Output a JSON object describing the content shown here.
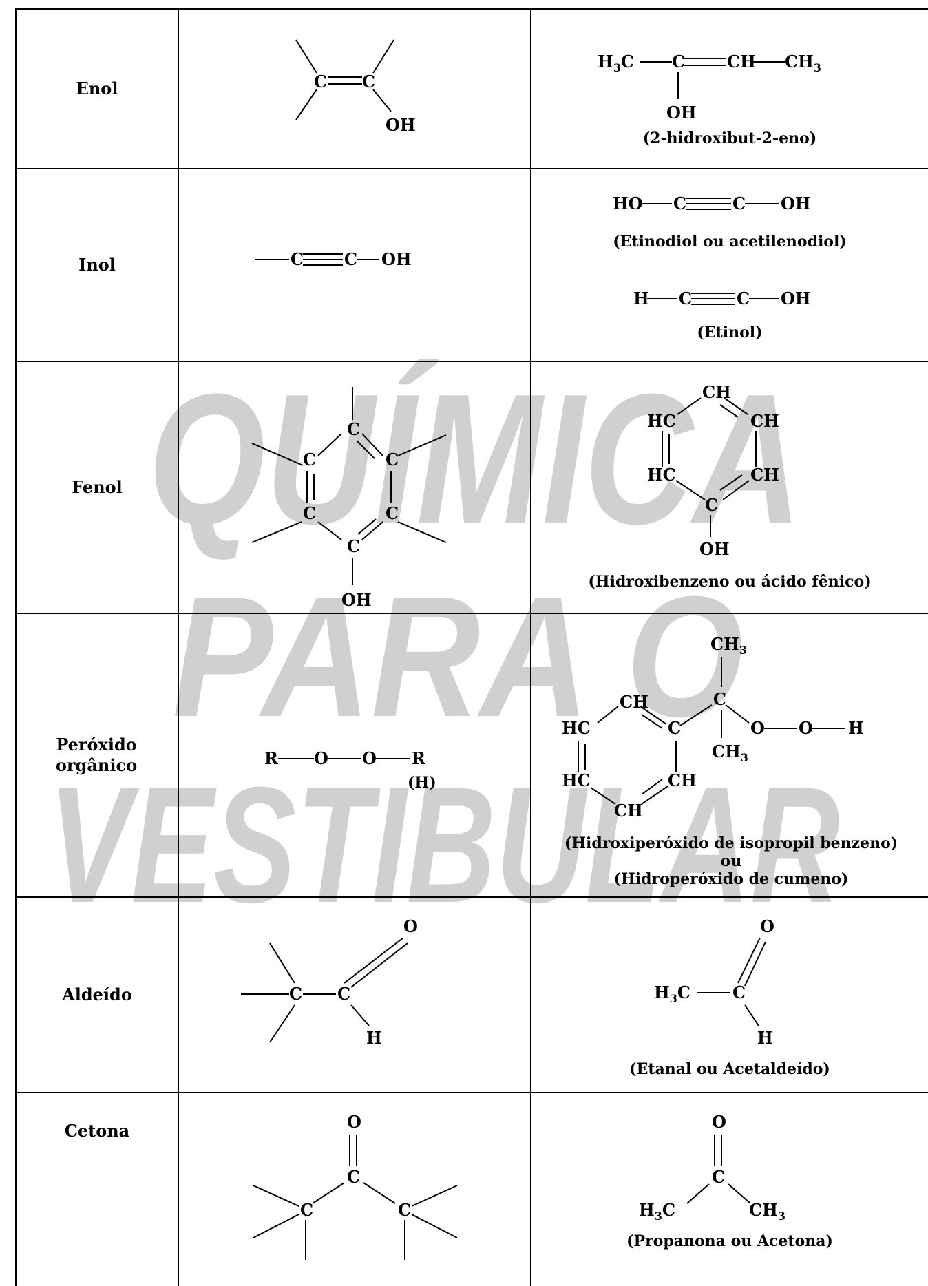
{
  "rows": [
    {
      "name": "Enol",
      "general": {
        "atoms": [
          "C",
          "C",
          "OH"
        ]
      },
      "example": {
        "formula_parts": [
          "H",
          "3",
          "C",
          "C",
          "CH",
          "CH",
          "3"
        ],
        "oh": "OH",
        "caption": "(2-hidroxibut-2-eno)"
      }
    },
    {
      "name": "Inol",
      "general": {
        "atoms": [
          "C",
          "C",
          "OH"
        ]
      },
      "example": {
        "f1": [
          "HO",
          "C",
          "C",
          "OH"
        ],
        "caption1": "(Etinodiol ou acetilenodiol)",
        "f2": [
          "H",
          "C",
          "C",
          "OH"
        ],
        "caption2": "(Etinol)"
      }
    },
    {
      "name": "Fenol",
      "general": {
        "atoms": [
          "C",
          "C",
          "C",
          "C",
          "C",
          "C",
          "OH"
        ]
      },
      "example": {
        "atoms": [
          "CH",
          "HC",
          "CH",
          "HC",
          "CH",
          "C",
          "OH"
        ],
        "caption": "(Hidroxibenzeno ou ácido fênico)"
      }
    },
    {
      "name": "Peróxido orgânico",
      "general": {
        "atoms": [
          "R",
          "O",
          "O",
          "R",
          "(H)"
        ]
      },
      "example": {
        "atoms": [
          "CH",
          "3",
          "CH",
          "HC",
          "C",
          "C",
          "O",
          "O",
          "H",
          "CH",
          "3",
          "HC",
          "CH",
          "CH"
        ],
        "caption1": "(Hidroxiperóxido de isopropil benzeno)",
        "caption_or": "ou",
        "caption2": "(Hidroperóxido de cumeno)"
      }
    },
    {
      "name": "Aldeído",
      "general": {
        "atoms": [
          "O",
          "C",
          "C",
          "H"
        ]
      },
      "example": {
        "atoms": [
          "O",
          "H",
          "3",
          "C",
          "C",
          "H"
        ],
        "caption": "(Etanal ou Acetaldeído)"
      }
    },
    {
      "name": "Cetona",
      "general": {
        "atoms": [
          "O",
          "C",
          "C",
          "C"
        ]
      },
      "example": {
        "atoms": [
          "O",
          "C",
          "H",
          "3",
          "C",
          "CH",
          "3"
        ],
        "caption": "(Propanona ou Acetona)"
      }
    }
  ],
  "watermark": {
    "lines": [
      "QUÍMICA",
      "PARA O",
      "VESTIBULAR"
    ],
    "color": "#b8b8b8"
  }
}
